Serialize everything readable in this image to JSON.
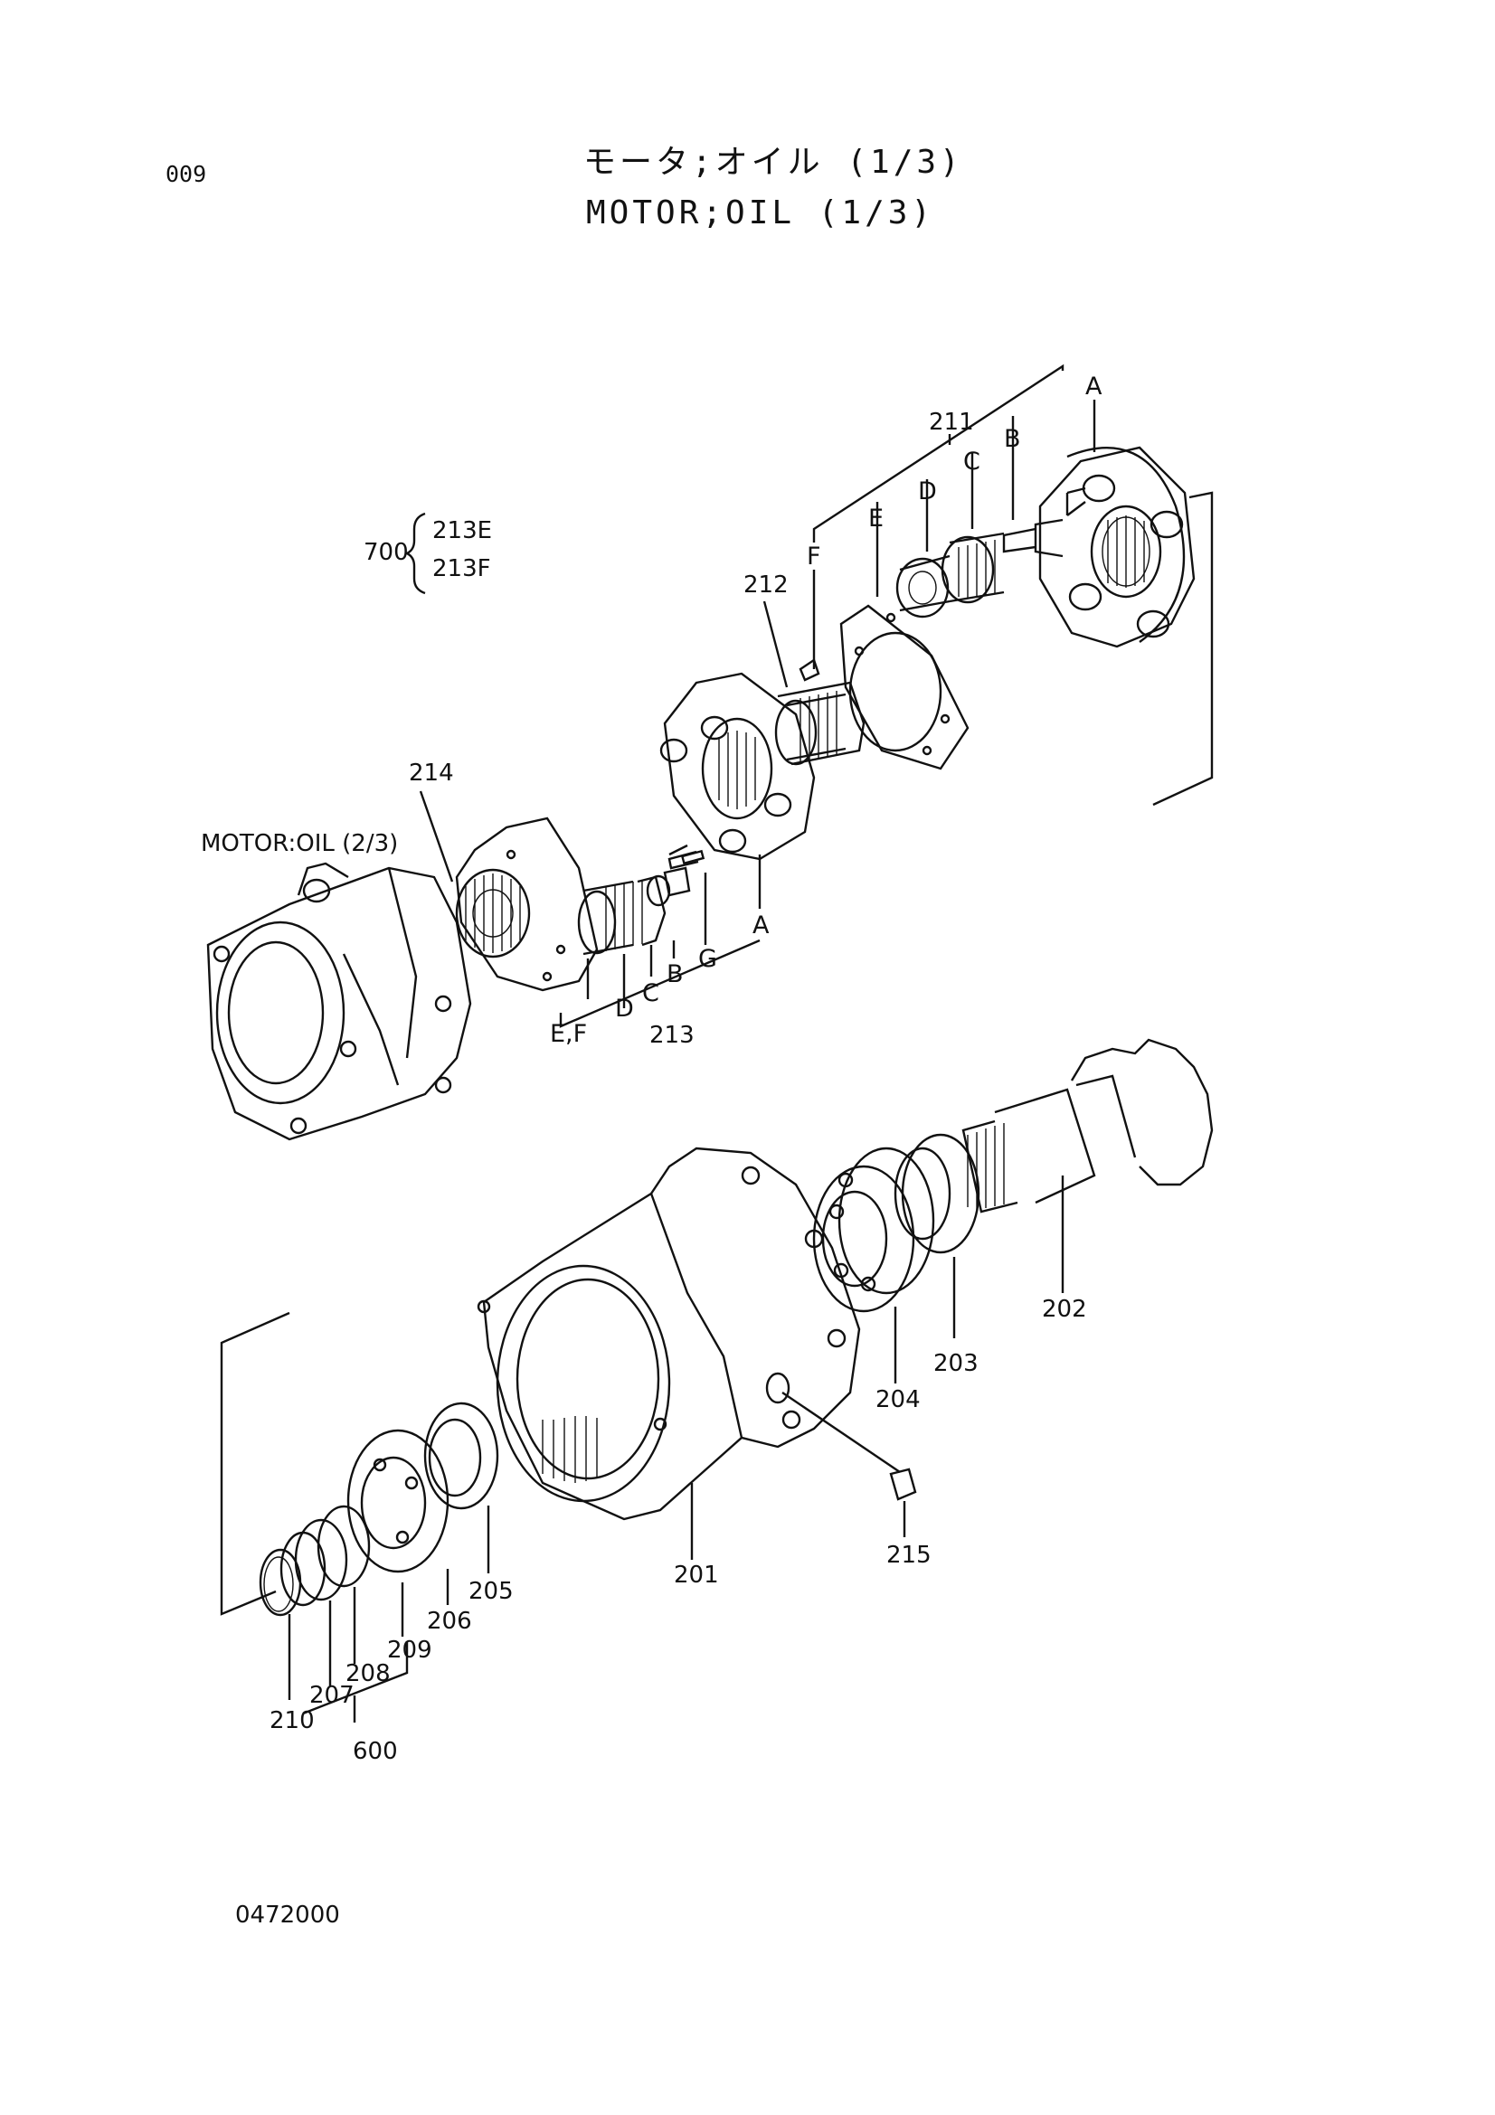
{
  "page_code": "009",
  "title_jp": "モータ;オイル (1/3)",
  "title_en": "MOTOR;OIL (1/3)",
  "drawing_number": "0472000",
  "crossref": "MOTOR:OIL (2/3)",
  "kit_700": {
    "number": "700",
    "items": [
      "213E",
      "213F"
    ]
  },
  "labels": {
    "p201": "201",
    "p202": "202",
    "p203": "203",
    "p204": "204",
    "p205": "205",
    "p206": "206",
    "p207": "207",
    "p208": "208",
    "p209": "209",
    "p210": "210",
    "p211": "211",
    "p212": "212",
    "p213": "213",
    "p214": "214",
    "p215": "215",
    "p600": "600",
    "a_top": "A",
    "b_top": "B",
    "c_top": "C",
    "d_top": "D",
    "e_top": "E",
    "f_top": "F",
    "a_mid": "A",
    "g_mid": "G",
    "b_mid": "B",
    "c_mid": "C",
    "d_mid": "D",
    "ef_mid": "E,F"
  }
}
